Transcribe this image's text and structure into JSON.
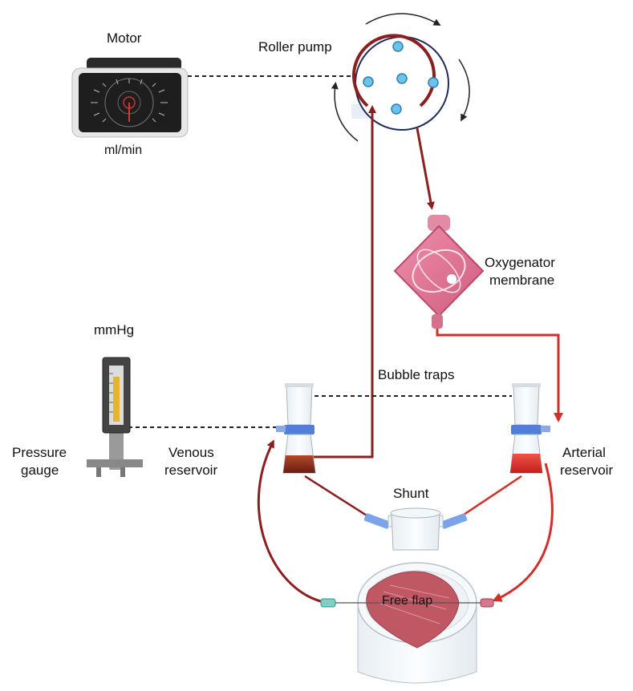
{
  "labels": {
    "motor": "Motor",
    "motor_unit": "ml/min",
    "roller_pump": "Roller pump",
    "oxygenator_line1": "Oxygenator",
    "oxygenator_line2": "membrane",
    "pressure_unit": "mmHg",
    "pressure_line1": "Pressure",
    "pressure_line2": "gauge",
    "bubble_traps": "Bubble traps",
    "venous_line1": "Venous",
    "venous_line2": "reservoir",
    "arterial_line1": "Arterial",
    "arterial_line2": "reservoir",
    "shunt": "Shunt",
    "free_flap": "Free flap"
  },
  "colors": {
    "venous_blood": "#8b1f1f",
    "arterial_blood": "#d9362f",
    "oxygenator": "#e0789a",
    "connector_blue": "#4f7fd6",
    "flap": "#c05864"
  }
}
